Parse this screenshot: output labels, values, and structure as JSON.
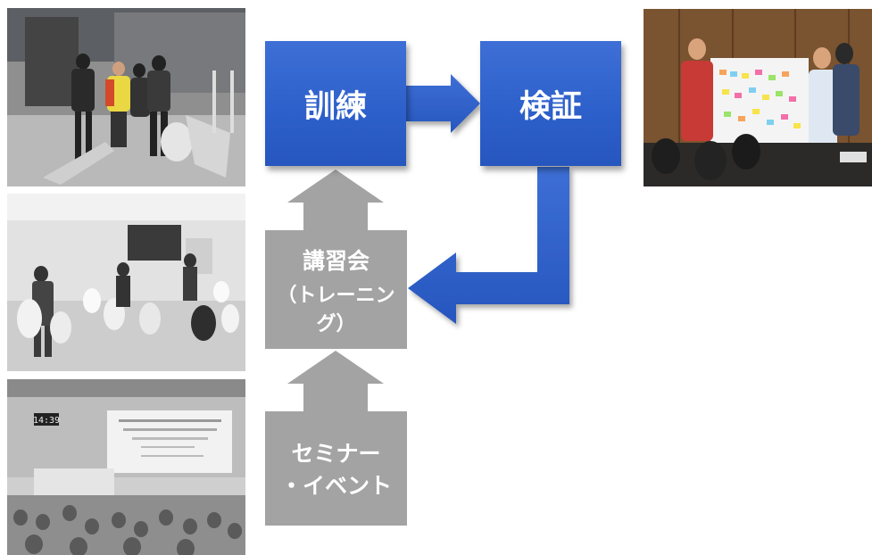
{
  "diagram": {
    "boxes": {
      "training": "訓練",
      "verification": "検証",
      "workshop": "講習会",
      "workshop_sub": "（トレーニング）",
      "seminar_line1": "セミナー",
      "seminar_line2": "・イベント"
    }
  },
  "photos": {
    "training_photo": "training-exercise-photo",
    "workshop_photo": "workshop-training-photo",
    "seminar_photo": "seminar-event-photo",
    "verification_photo": "verification-meeting-photo",
    "seminar_clock": "14:39"
  },
  "colors": {
    "blue_box": "#2d5fca",
    "blue_arrow": "#2d5fca",
    "gray_box": "#a3a3a3",
    "gray_arrow": "#a3a3a3"
  }
}
